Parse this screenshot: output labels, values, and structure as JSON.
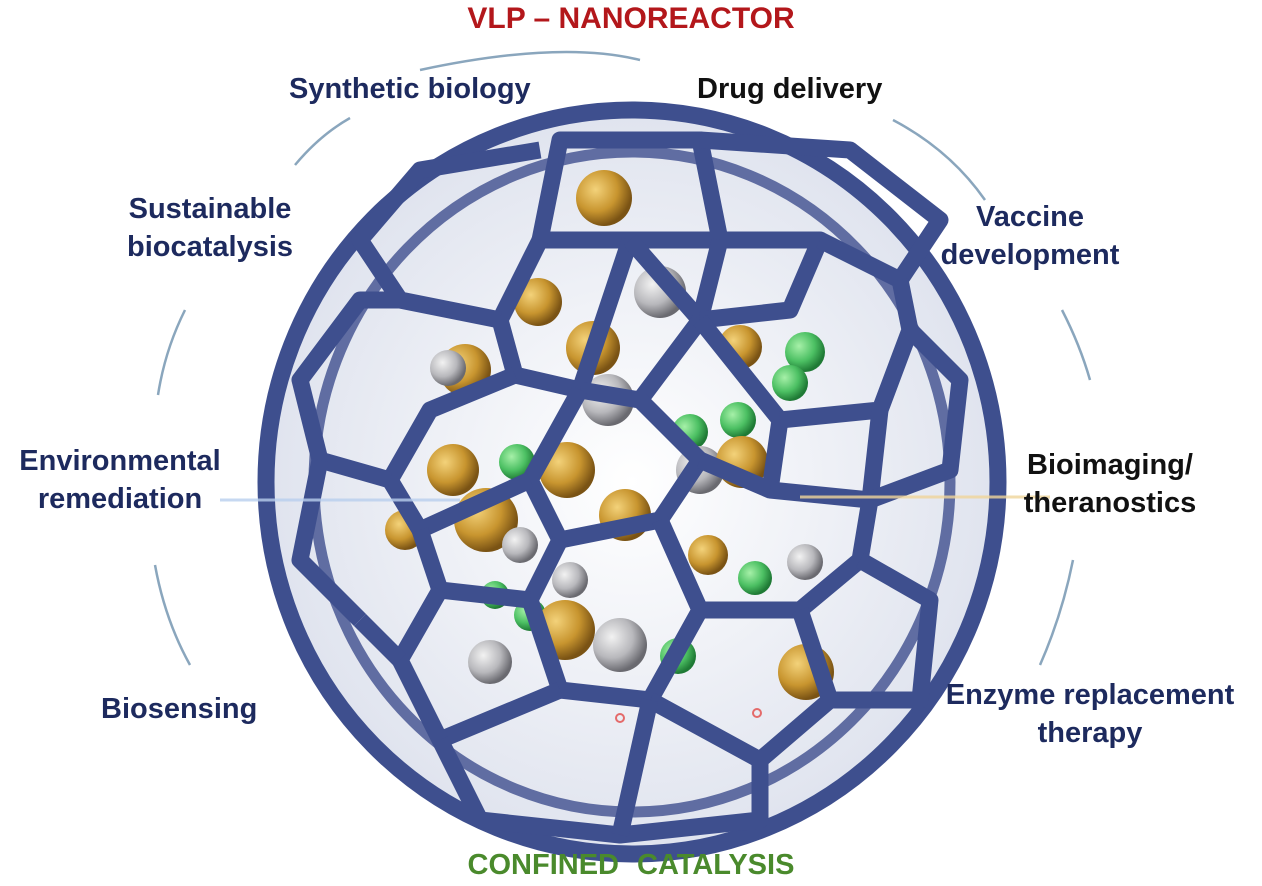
{
  "title": "VLP – NANOREACTOR",
  "subtitle": "CONFINED CATALYSIS",
  "applications": {
    "synthetic_biology": "Synthetic biology",
    "drug_delivery": "Drug delivery",
    "sustainable_biocatalysis": [
      "Sustainable",
      "biocatalysis"
    ],
    "vaccine_development": [
      "Vaccine",
      "development"
    ],
    "environmental_remediation": [
      "Environmental",
      "remediation"
    ],
    "bioimaging": [
      "Bioimaging/",
      "theranostics"
    ],
    "biosensing": "Biosensing",
    "enzyme_replacement": [
      "Enzyme replacement",
      "therapy"
    ]
  },
  "colors": {
    "title": "#b3171b",
    "subtitle": "#4a8a2c",
    "label": "#1d2a5e",
    "cage": "#3e4f8e",
    "gold": "#c8952f",
    "silver": "#b8b8bc",
    "green": "#4cc063"
  }
}
